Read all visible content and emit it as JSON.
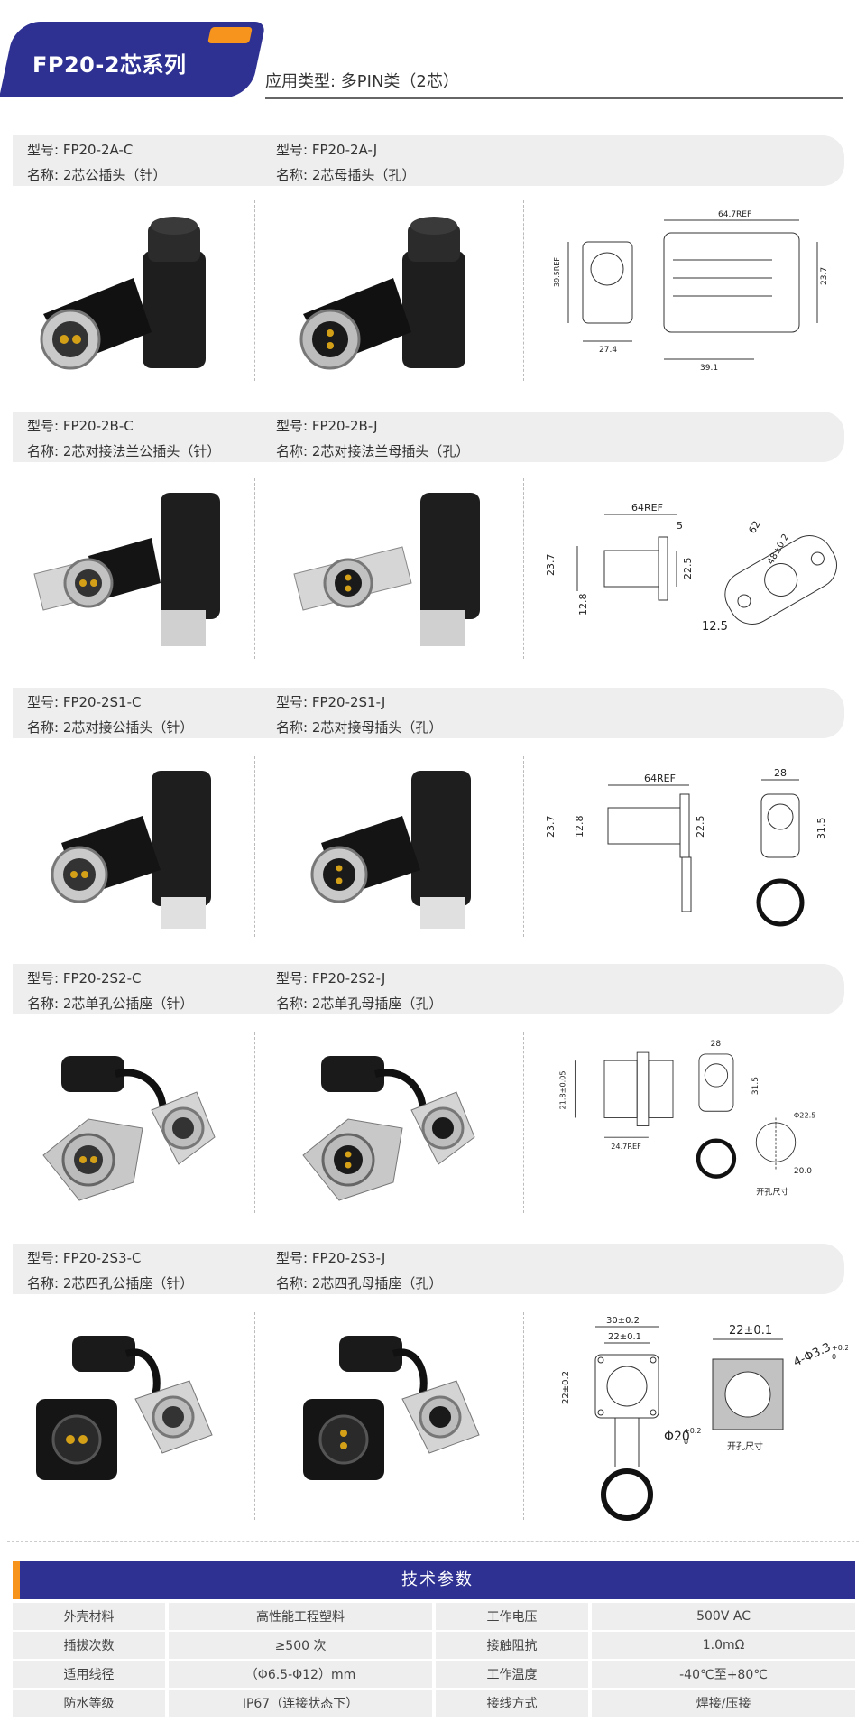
{
  "header": {
    "series_title": "FP20-2芯系列",
    "application_type": "应用类型: 多PIN类（2芯）"
  },
  "products": [
    {
      "left_model": "型号: FP20-2A-C",
      "left_name": "名称: 2芯公插头（针）",
      "right_model": "型号: FP20-2A-J",
      "right_name": "名称: 2芯母插头（孔）",
      "dims": [
        "64.7REF",
        "39.5REF",
        "27.4",
        "39.1",
        "23.7"
      ]
    },
    {
      "left_model": "型号: FP20-2B-C",
      "left_name": "名称: 2芯对接法兰公插头（针）",
      "right_model": "型号: FP20-2B-J",
      "right_name": "名称: 2芯对接法兰母插头（孔）",
      "dims": [
        "64REF",
        "5",
        "23.7",
        "22.5",
        "12.8",
        "12.5",
        "62",
        "48±0.2"
      ]
    },
    {
      "left_model": "型号: FP20-2S1-C",
      "left_name": "名称: 2芯对接公插头（针）",
      "right_model": "型号: FP20-2S1-J",
      "right_name": "名称: 2芯对接母插头（孔）",
      "dims": [
        "64REF",
        "23.7",
        "12.8",
        "22.5",
        "28",
        "31.5"
      ]
    },
    {
      "left_model": "型号: FP20-2S2-C",
      "left_name": "名称: 2芯单孔公插座（针）",
      "right_model": "型号: FP20-2S2-J",
      "right_name": "名称: 2芯单孔母插座（孔）",
      "dims": [
        "21.8±0.05",
        "24.7REF",
        "28",
        "31.5",
        "Φ22.5",
        "20.0",
        "开孔尺寸"
      ]
    },
    {
      "left_model": "型号: FP20-2S3-C",
      "left_name": "名称: 2芯四孔公插座（针）",
      "right_model": "型号: FP20-2S3-J",
      "right_name": "名称: 2芯四孔母插座（孔）",
      "dims": [
        "30±0.2",
        "22±0.1",
        "22±0.2",
        "Φ20",
        "0",
        "+0.2",
        "22±0.1",
        "4-Φ3.3",
        "0",
        "+0.2",
        "开孔尺寸"
      ]
    }
  ],
  "tech": {
    "title": "技术参数",
    "rows": [
      [
        "外壳材料",
        "高性能工程塑料",
        "工作电压",
        "500V AC"
      ],
      [
        "插拔次数",
        "≥500 次",
        "接触阻抗",
        "1.0mΩ"
      ],
      [
        "适用线径",
        "（Φ6.5-Φ12）mm",
        "工作温度",
        "-40℃至+80℃"
      ],
      [
        "防水等级",
        "IP67（连接状态下）",
        "接线方式",
        "焊接/压接"
      ]
    ]
  },
  "colors": {
    "brand_blue": "#2e3192",
    "accent_orange": "#f7941d",
    "band_gray": "#eeeeee"
  }
}
